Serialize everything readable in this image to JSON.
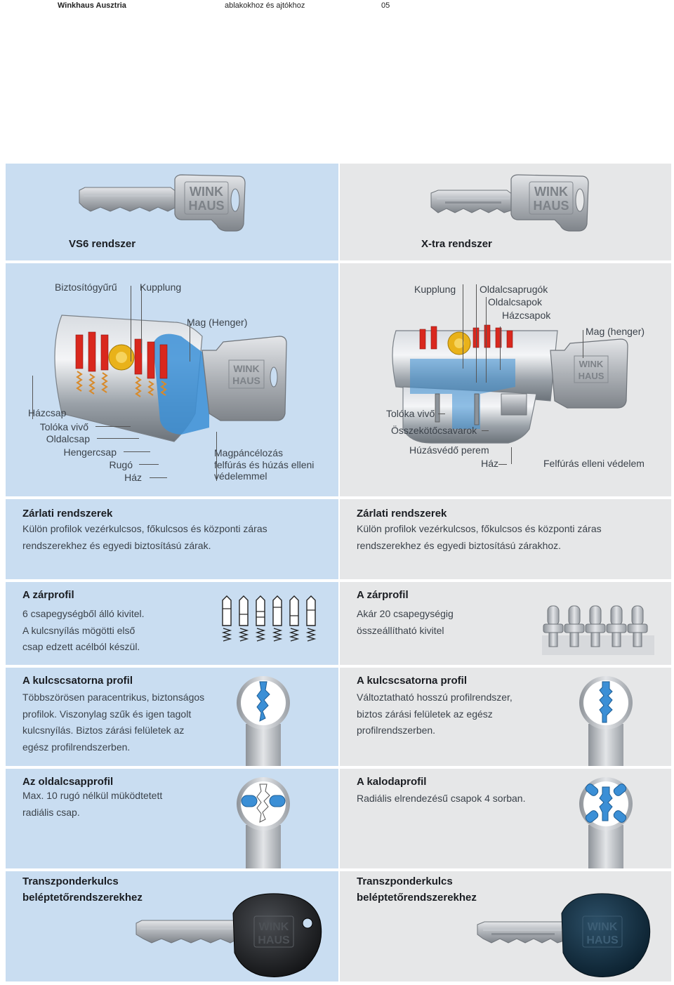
{
  "header": {
    "brand": "Winkhaus Ausztria",
    "subtitle": "ablakokhoz és ajtókhoz",
    "page_number": "05"
  },
  "key_logo_text": [
    "WINK",
    "HAUS"
  ],
  "colors": {
    "left_panel": "#c9ddf1",
    "right_panel": "#e6e7e8",
    "key_steel": "#a9adb2",
    "cutaway_red": "#d9281e",
    "cutaway_blue": "#3b8fd6",
    "transponder_black": "#1a1c1f",
    "transponder_navy": "#0f2b3d"
  },
  "vs6": {
    "title": "VS6 rendszer",
    "labels": {
      "retaining_ring": "Biztosítógyűrű",
      "coupling": "Kupplung",
      "core": "Mag (Henger)",
      "housing_pin": "Házcsap",
      "slider_driver": "Tolóka vivő",
      "side_pin": "Oldalcsap",
      "cylinder_pin": "Hengercsap",
      "spring": "Rugó",
      "housing": "Ház",
      "core_armor": [
        "Magpáncélozás",
        "felfúrás és húzás elleni",
        "védelemmel"
      ]
    },
    "locking": {
      "heading": "Zárlati rendszerek",
      "lines": [
        "Külön profilok vezérkulcsos, főkulcsos és központi záras",
        "rendszerekhez és egyedi biztosítású zárak."
      ]
    },
    "profile": {
      "heading": "A zárprofil",
      "lines": [
        "6 csapegységből álló kivitel.",
        "A kulcsnyílás mögötti első",
        "csap edzett acélból készül."
      ]
    },
    "keyway": {
      "heading": "A kulcscsatorna profil",
      "lines": [
        "Többszörösen paracentrikus, biztonságos",
        "profilok. Viszonylag szűk és igen tagolt",
        "kulcsnyílás. Biztos zárási felületek az",
        "egész profilrendszerben."
      ]
    },
    "side": {
      "heading": "Az oldalcsapprofil",
      "lines": [
        "Max. 10 rugó nélkül müködtetett",
        "radiális csap."
      ]
    },
    "transponder": {
      "lines": [
        "Transzponderkulcs",
        "beléptetőrendszerekhez"
      ]
    }
  },
  "xtra": {
    "title": "X-tra rendszer",
    "labels": {
      "coupling": "Kupplung",
      "side_springs": "Oldalcsaprugók",
      "side_pins": "Oldalcsapok",
      "housing_pins": "Házcsapok",
      "core": "Mag (henger)",
      "slider_driver": "Tolóka vivő",
      "connecting_screws": "Összekötőcsavarok",
      "pull_protection": "Húzásvédő perem",
      "housing": "Ház",
      "drill_protection": "Felfúrás elleni védelem"
    },
    "locking": {
      "heading": "Zárlati rendszerek",
      "lines": [
        "Külön profilok vezérkulcsos, főkulcsos és központi záras",
        "rendszerekhez és egyedi biztosítású zárakhoz."
      ]
    },
    "profile": {
      "heading": "A zárprofil",
      "lines": [
        "Akár 20 csapegységig",
        "összeállítható kivitel"
      ]
    },
    "keyway": {
      "heading": "A kulcscsatorna profil",
      "lines": [
        "Változtatható hosszú profilrendszer,",
        "biztos zárási felületek az egész",
        "profilrendszerben."
      ]
    },
    "kaloda": {
      "heading": "A kalodaprofil",
      "lines": [
        "Radiális elrendezésű csapok 4 sorban."
      ]
    },
    "transponder": {
      "lines": [
        "Transzponderkulcs",
        "beléptetőrendszerekhez"
      ]
    }
  }
}
